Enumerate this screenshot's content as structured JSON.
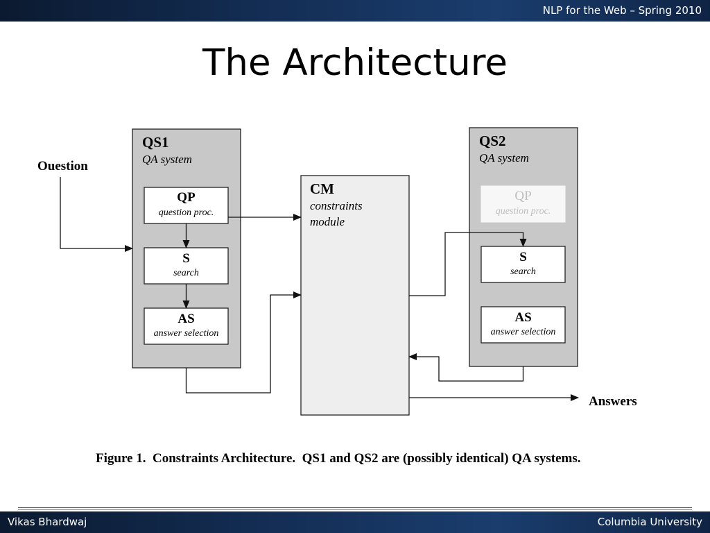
{
  "header": {
    "course": "NLP for the Web – Spring 2010"
  },
  "slide": {
    "title": "The Architecture"
  },
  "footer": {
    "author": "Vikas Bhardwaj",
    "org": "Columbia University"
  },
  "diagram": {
    "question": "Ouestion",
    "answers": "Answers",
    "qs1": {
      "name": "QS1",
      "subtitle": "QA system"
    },
    "qs2": {
      "name": "QS2",
      "subtitle": "QA system"
    },
    "qp": {
      "name": "QP",
      "desc": "question proc."
    },
    "s": {
      "name": "S",
      "desc": "search"
    },
    "as": {
      "name": "AS",
      "desc": "answer selection"
    },
    "cm": {
      "name": "CM",
      "desc1": "constraints",
      "desc2": "module"
    },
    "caption": "Figure 1.  Constraints Architecture.  QS1 and QS2 are (possibly identical) QA systems."
  },
  "colors": {
    "panel": "#c8c8c8",
    "cm_fill": "#eeeeee",
    "faded": "#c0c0c0",
    "bar": "#132c52"
  }
}
